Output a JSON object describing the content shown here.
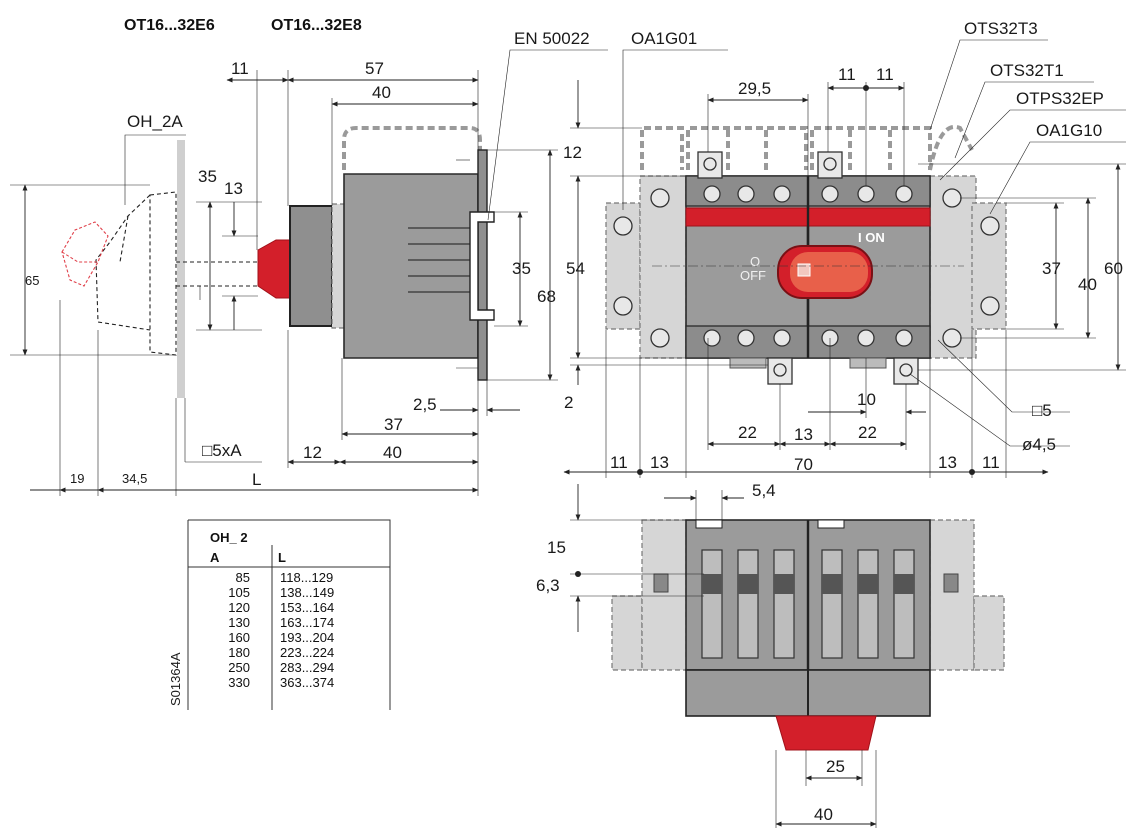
{
  "header": {
    "model_a": "OT16...32E6",
    "model_b": "OT16...32E8"
  },
  "accessories": {
    "handle": "OH_2A",
    "din_rail": "EN 50022",
    "aux_left": "OA1G01",
    "terminal_cover_3": "OTS32T3",
    "terminal_cover_1": "OTS32T1",
    "phase_barrier": "OTPS32EP",
    "aux_right": "OA1G10"
  },
  "switch_labels": {
    "on": "I ON",
    "off_top": "O",
    "off_bottom": "OFF"
  },
  "side_view_dims": {
    "d11": "11",
    "d57": "57",
    "d40_top": "40",
    "d35": "35",
    "d13": "13",
    "d12_top": "12",
    "d35_rail": "35",
    "d68": "68",
    "d2_5": "2,5",
    "d37": "37",
    "d40_bottom": "40",
    "d12_bottom": "12",
    "shaft": "□5xA",
    "d65": "65",
    "d19": "19",
    "d34_5": "34,5",
    "L": "L"
  },
  "front_view_dims": {
    "d29_5": "29,5",
    "d11_a": "11",
    "d11_b": "11",
    "d54": "54",
    "d2": "2",
    "d37": "37",
    "d40": "40",
    "d60": "60",
    "d10": "10",
    "d22_a": "22",
    "d13_mid": "13",
    "d22_b": "22",
    "sq5": "□5",
    "hole": "ø4,5",
    "d11_left": "11",
    "d13_left": "13",
    "d70": "70",
    "d13_right": "13",
    "d11_right": "11"
  },
  "bottom_view_dims": {
    "d5_4": "5,4",
    "d15": "15",
    "d6_3": "6,3",
    "d25": "25",
    "d40": "40"
  },
  "table": {
    "title": "OH_ 2",
    "col_a": "A",
    "col_l": "L",
    "rows": [
      [
        "85",
        "118...129"
      ],
      [
        "105",
        "138...149"
      ],
      [
        "120",
        "153...164"
      ],
      [
        "130",
        "163...174"
      ],
      [
        "160",
        "193...204"
      ],
      [
        "180",
        "223...224"
      ],
      [
        "250",
        "283...294"
      ],
      [
        "330",
        "363...374"
      ]
    ],
    "drawing_code": "S01364A"
  },
  "colors": {
    "body_grey": "#9b9b9b",
    "accessory_grey": "#d6d6d6",
    "red": "#d31f2a",
    "handle_orange": "#e8604a"
  }
}
